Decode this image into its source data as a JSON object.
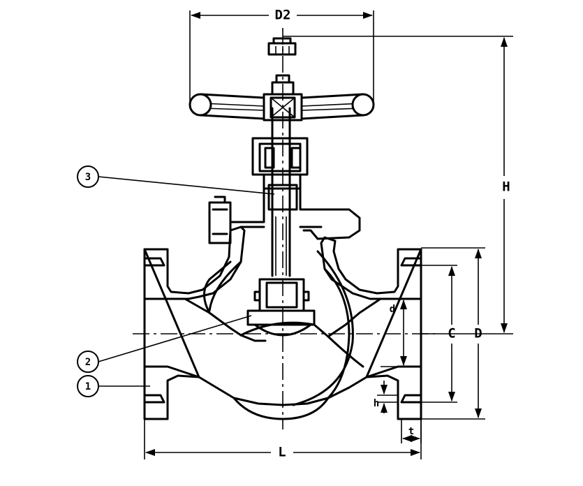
{
  "dimensions": {
    "D2": "D2",
    "H": "H",
    "C": "C",
    "D": "D",
    "d": "d",
    "h": "h",
    "t": "t",
    "L": "L"
  },
  "callouts": [
    {
      "number": "1"
    },
    {
      "number": "2"
    },
    {
      "number": "3"
    }
  ]
}
